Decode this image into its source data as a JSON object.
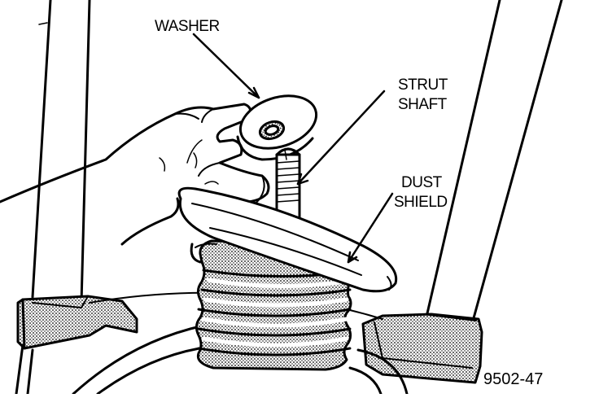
{
  "labels": {
    "washer": "WASHER",
    "strut_shaft_line1": "STRUT",
    "strut_shaft_line2": "SHAFT",
    "dust_shield_line1": "DUST",
    "dust_shield_line2": "SHIELD"
  },
  "figure_number": "9502-47",
  "colors": {
    "ink": "#000000",
    "paper": "#ffffff",
    "stipple": "#9a9a9a"
  }
}
